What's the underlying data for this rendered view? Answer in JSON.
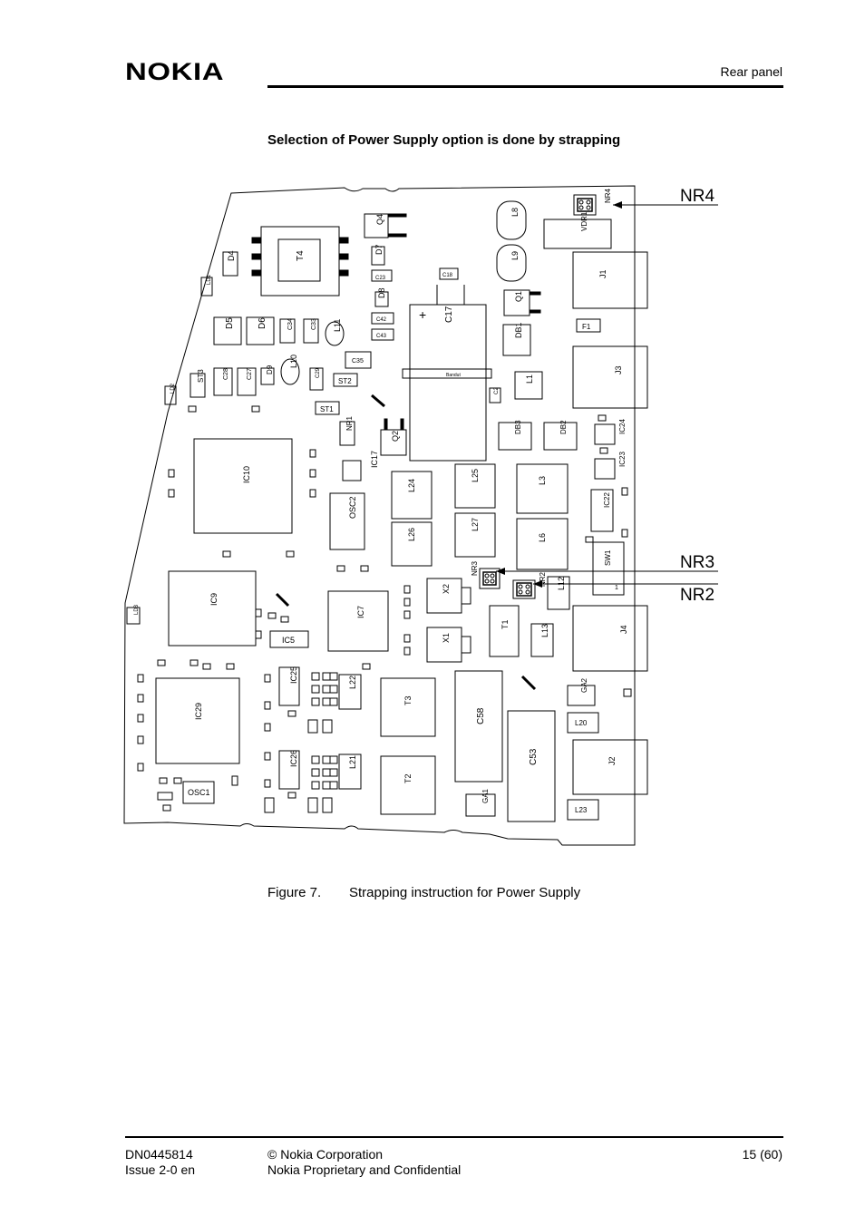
{
  "header": {
    "logo": "NOKIA",
    "section": "Rear panel"
  },
  "heading": "Selection of Power Supply option is done by strapping",
  "callouts": {
    "nr4": "NR4",
    "nr3": "NR3",
    "nr2": "NR2"
  },
  "board_labels": {
    "t4": "T4",
    "d4": "D4",
    "d5": "D5",
    "d6": "D6",
    "d7": "D7",
    "d8": "D8",
    "d9": "D9",
    "q1": "Q1",
    "q2": "Q2",
    "q4": "Q4",
    "l8": "L8",
    "l9": "L9",
    "l10": "L10",
    "l11": "L11",
    "c17": "C17",
    "c18": "C18",
    "c23": "C23",
    "c42": "C42",
    "c43": "C43",
    "c35": "C35",
    "c34": "C34",
    "c33": "C33",
    "c28": "C28",
    "c27": "C27",
    "c29": "C29",
    "st1": "ST1",
    "st2": "ST2",
    "st3": "ST3",
    "ld1": "LD1",
    "ld2": "LD2",
    "ld3": "LD3",
    "vdr1": "VDR1",
    "j1": "J1",
    "j2": "J2",
    "j3": "J3",
    "j4": "J4",
    "f1": "F1",
    "nr1": "NR1",
    "nr4": "NR4",
    "nr3": "NR3",
    "nr2": "NR2",
    "db1": "DB1",
    "db2": "DB2",
    "db3": "DB3",
    "l1": "L1",
    "c2": "C2",
    "ic24": "IC24",
    "ic23": "IC23",
    "ic22": "IC22",
    "ic10": "IC10",
    "ic17": "IC17",
    "osc2": "OSC2",
    "l24": "L24",
    "l25": "L25",
    "l3": "L3",
    "l26": "L26",
    "l27": "L27",
    "l6": "L6",
    "sw1": "SW1",
    "sw1_pin": "1",
    "ic9": "IC9",
    "ic7": "IC7",
    "ic5": "IC5",
    "x2": "X2",
    "x1": "X1",
    "t1": "T1",
    "l12": "L12",
    "l13": "L13",
    "ic25": "IC25",
    "l22": "L22",
    "t3": "T3",
    "c58": "C58",
    "c53": "C53",
    "ga2": "GA2",
    "l20": "L20",
    "ic29": "IC29",
    "ic26": "IC26",
    "l21": "L21",
    "t2": "T2",
    "ga1": "GA1",
    "l23": "L23",
    "osc1": "OSC1",
    "bandut": "Bandut",
    "plus": "+"
  },
  "figure": {
    "number": "Figure 7.",
    "title": "Strapping instruction for Power Supply"
  },
  "footer": {
    "doc_id": "DN0445814",
    "issue": "Issue 2-0 en",
    "copyright": "© Nokia Corporation",
    "confidential": "Nokia Proprietary and Confidential",
    "page": "15 (60)"
  }
}
